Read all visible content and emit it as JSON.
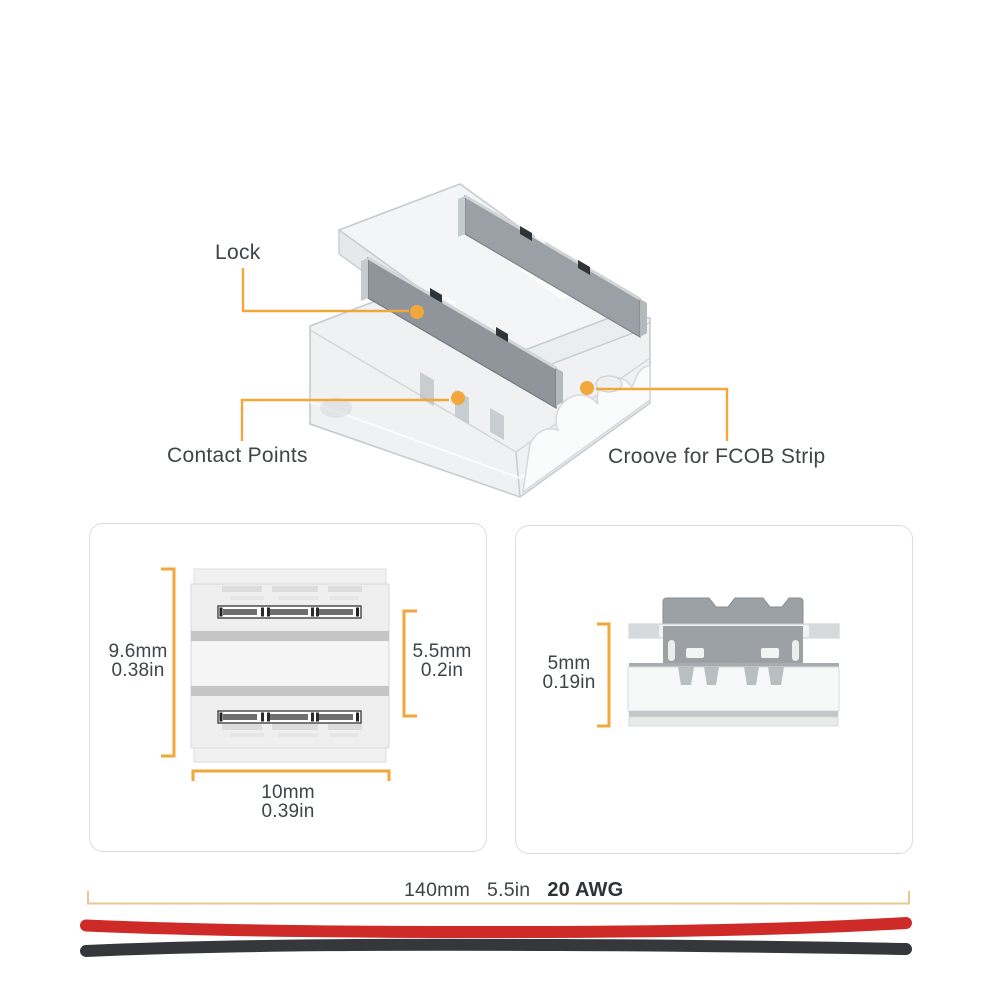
{
  "callouts": {
    "lock": {
      "label": "Lock"
    },
    "contact_points": {
      "label": "Contact Points"
    },
    "groove": {
      "label": "Croove for FCOB Strip"
    }
  },
  "top_view_box": {
    "overall_height": {
      "metric": "9.6mm",
      "imperial": "0.38in"
    },
    "slot_height": {
      "metric": "5.5mm",
      "imperial": "0.2in"
    },
    "overall_width": {
      "metric": "10mm",
      "imperial": "0.39in"
    }
  },
  "side_view_box": {
    "overall_height": {
      "metric": "5mm",
      "imperial": "0.19in"
    }
  },
  "wire_section": {
    "length_metric": "140mm",
    "length_imperial": "5.5in",
    "gauge": "20 AWG"
  },
  "colors": {
    "accent_orange": "#F2A73C",
    "dim_line_tan": "#E9C78F",
    "wire_red": "#CE2B28",
    "wire_black": "#35373A",
    "text_dark": "#3E4448"
  }
}
